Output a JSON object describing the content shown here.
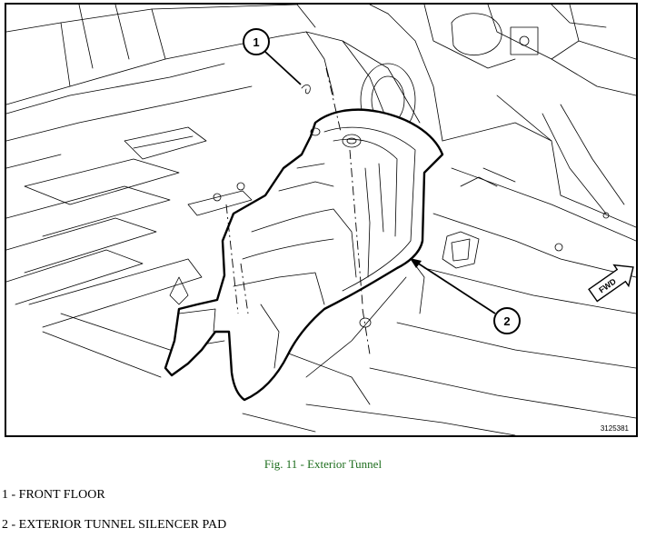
{
  "figure": {
    "figure_number": "3125381",
    "callouts": [
      {
        "label": "1"
      },
      {
        "label": "2"
      }
    ],
    "direction_marker": "FWD"
  },
  "caption": "Fig. 11 - Exterior Tunnel",
  "legend": [
    {
      "text": "1 - FRONT FLOOR"
    },
    {
      "text": "2 - EXTERIOR TUNNEL SILENCER PAD"
    }
  ],
  "colors": {
    "caption": "#1e6e1e",
    "line": "#000000",
    "background": "#ffffff"
  }
}
